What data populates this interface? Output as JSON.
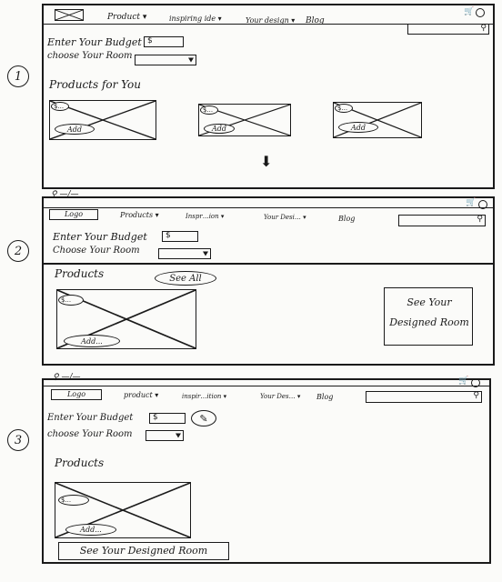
{
  "wireframes": [
    {
      "number": "1",
      "nav": {
        "products": "Product ▾",
        "inspiring": "inspiring ide ▾",
        "your_design": "Your design ▾",
        "blog": "Blog"
      },
      "budget_label": "Enter Your Budget",
      "budget_value": "$",
      "room_label": "choose Your Room",
      "section_title": "Products for You",
      "card_tag": "$...",
      "add_labels": [
        "Add",
        "Add",
        "Add"
      ]
    },
    {
      "number": "2",
      "logo": "Logo",
      "nav": {
        "products": "Products ▾",
        "inspiring": "Inspr…ion ▾",
        "your_design": "Your Desi… ▾",
        "blog": "Blog"
      },
      "budget_label": "Enter Your Budget",
      "budget_value": "$",
      "room_label": "Choose Your Room",
      "section_title": "Products",
      "see_all": "See All",
      "card_tag": "$...",
      "add_label": "Add...",
      "side_box_label": "See Your Designed Room"
    },
    {
      "number": "3",
      "logo": "Logo",
      "nav": {
        "products": "product ▾",
        "inspiring": "inspir…ition ▾",
        "your_design": "Your Des… ▾",
        "blog": "Blog"
      },
      "budget_label": "Enter Your Budget",
      "budget_value": "$",
      "room_label": "choose Your Room",
      "section_title": "Products",
      "card_tag": "$...",
      "add_label": "Add...",
      "bottom_button": "See Your Designed Room"
    }
  ],
  "icons": {
    "cart": "cart-icon",
    "user": "user-icon",
    "search": "search-icon",
    "down_arrow": "down-arrow-icon",
    "edit": "pencil-icon"
  },
  "colors": {
    "ink": "#1a1a1a",
    "paper": "#fbfbf9"
  }
}
